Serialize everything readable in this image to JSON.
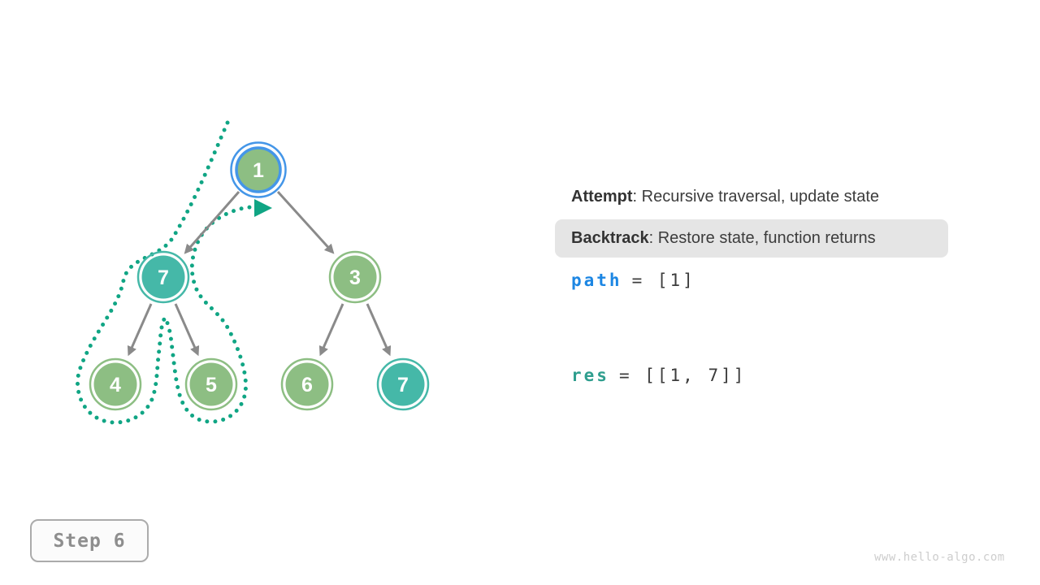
{
  "colors": {
    "node_green": "#8DBE83",
    "node_teal": "#45B8A8",
    "active_ring_blue": "#4496E8",
    "edge_gray": "#8A8A8A",
    "backtrack_dot_teal": "#10A584",
    "text_dark": "#3C3C3C",
    "highlight_box_gray": "#E5E5E5",
    "path_var_blue": "#1C86E3",
    "res_var_teal": "#2F9E8E"
  },
  "tree": {
    "nodes": [
      {
        "value": "1",
        "state": "current"
      },
      {
        "value": "7",
        "state": "in-path"
      },
      {
        "value": "3",
        "state": "default"
      },
      {
        "value": "4",
        "state": "default"
      },
      {
        "value": "5",
        "state": "default"
      },
      {
        "value": "6",
        "state": "default"
      },
      {
        "value": "7",
        "state": "in-result"
      }
    ],
    "edges": [
      [
        0,
        1
      ],
      [
        0,
        2
      ],
      [
        1,
        3
      ],
      [
        1,
        4
      ],
      [
        2,
        5
      ],
      [
        2,
        6
      ]
    ]
  },
  "panel": {
    "attempt": {
      "label": "Attempt",
      "rest": ": Recursive traversal, update state"
    },
    "backtrack": {
      "label": "Backtrack",
      "rest": ": Restore state, function returns"
    },
    "path_var": {
      "name": "path",
      "value": "= [1]"
    },
    "res_var": {
      "name": "res",
      "value": "= [[1, 7]]"
    }
  },
  "footer": {
    "step_label": "Step 6",
    "watermark": "www.hello-algo.com"
  }
}
